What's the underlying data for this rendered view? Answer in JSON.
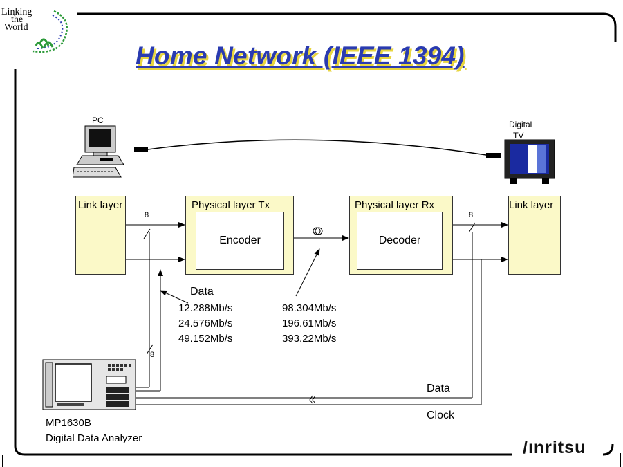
{
  "title": "Home Network (IEEE 1394)",
  "corner_logo": {
    "line1": "Linking",
    "line2": "the",
    "line3": "World"
  },
  "brand": "/ınritsu",
  "devices": {
    "pc_label": "PC",
    "tv_label_1": "Digital",
    "tv_label_2": "TV",
    "analyzer_name": "MP1630B",
    "analyzer_desc": "Digital Data Analyzer"
  },
  "blocks": {
    "link_left": "Link layer",
    "phy_tx": "Physical layer Tx",
    "encoder": "Encoder",
    "phy_rx": "Physical layer Rx",
    "decoder": "Decoder",
    "link_right": "Link layer"
  },
  "bus_width_labels": [
    "8",
    "8",
    "8"
  ],
  "data_rates": {
    "heading": "Data",
    "parallel": [
      "12.288Mb/s",
      "24.576Mb/s",
      "49.152Mb/s"
    ],
    "serial": [
      "98.304Mb/s",
      "196.61Mb/s",
      "393.22Mb/s"
    ]
  },
  "bottom_signals": {
    "data": "Data",
    "clock": "Clock"
  }
}
